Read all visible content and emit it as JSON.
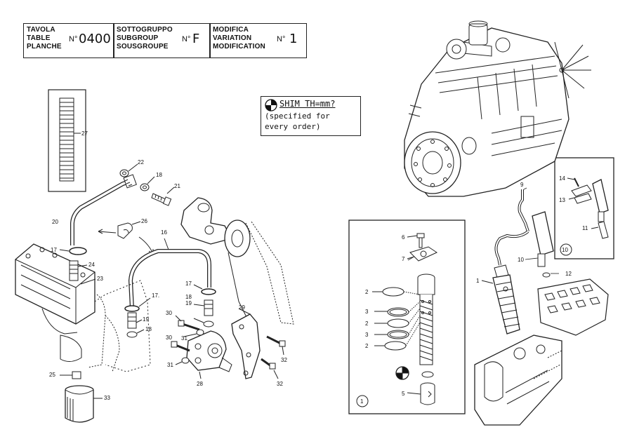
{
  "header": {
    "table_labels": [
      "TAVOLA",
      "TABLE",
      "PLANCHE"
    ],
    "table_no_prefix": "N°",
    "table_no": "0400",
    "subgroup_labels": [
      "SOTTOGRUPPO",
      "SUBGROUP",
      "SOUSGROUPE"
    ],
    "subgroup_no_prefix": "N°",
    "subgroup_no": "F",
    "modification_labels": [
      "MODIFICA",
      "VARIATION",
      "MODIFICATION"
    ],
    "modification_no_prefix": "N°",
    "modification_no": "1"
  },
  "shim_note": {
    "title": "SHIM TH=mm?",
    "lines": [
      "(specified for",
      "every order)"
    ]
  },
  "callouts": {
    "c27": "27",
    "c22": "22",
    "c18a": "18",
    "c21": "21",
    "c20": "20",
    "c26": "26",
    "c16": "16",
    "c17a": "17",
    "c24": "24",
    "c23": "23",
    "c17b": "17.",
    "c19a": "19",
    "c18b": "18",
    "c25": "25",
    "c33": "33",
    "c17c": "17",
    "c18c": "18",
    "c19b": "19",
    "c30a": "30",
    "c31a": "31",
    "c30b": "30",
    "c31b": "31",
    "c28": "28",
    "c29": "29",
    "c32a": "32",
    "c32b": "32",
    "c6": "6",
    "c7": "7",
    "c2a": "2",
    "c3a": "3",
    "c2b": "2",
    "c3b": "3",
    "c2c": "2",
    "c5": "5",
    "c1box": "1",
    "c9": "9",
    "c10": "10",
    "c1": "1",
    "c12": "12",
    "c14": "14",
    "c13": "13",
    "c11": "11",
    "c10box": "10"
  }
}
